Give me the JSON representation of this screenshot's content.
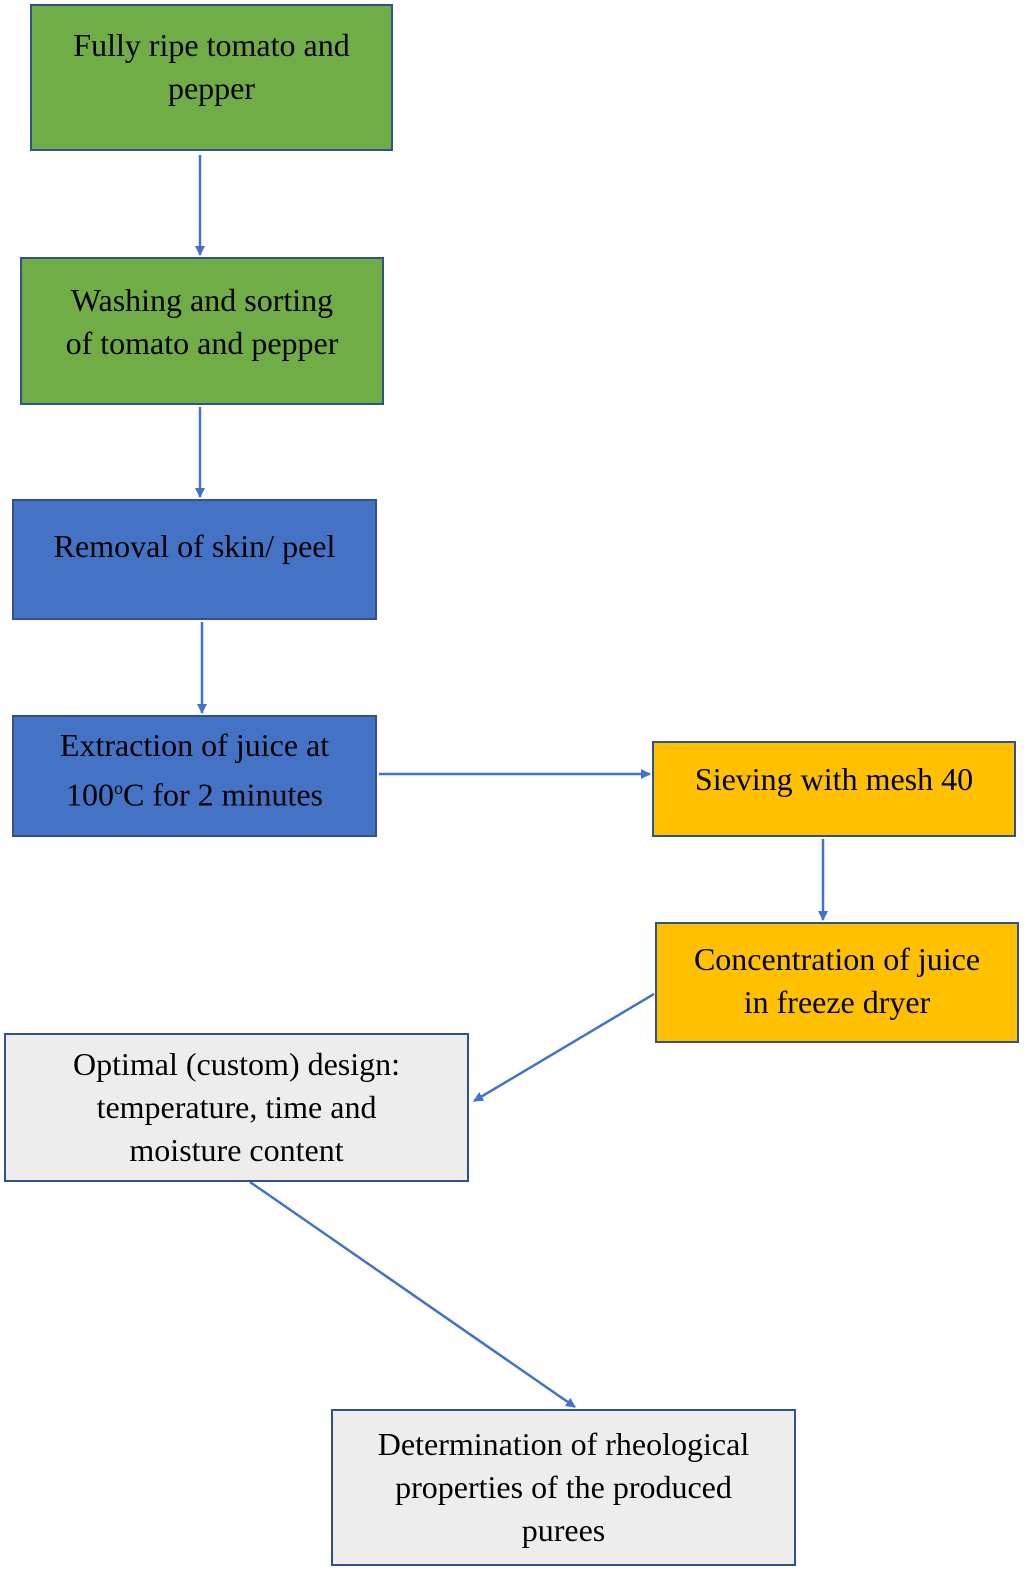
{
  "colors": {
    "process_green": "#70AD47",
    "process_blue": "#4472C4",
    "process_yellow": "#FFC000",
    "process_grey": "#EDEDED",
    "border": "#2F528F",
    "arrow": "#4472C4"
  },
  "nodes": {
    "raw_material": {
      "line1": "Fully ripe tomato and",
      "line2": "pepper"
    },
    "washing": {
      "line1": "Washing and sorting",
      "line2": "of tomato and pepper"
    },
    "peeling": {
      "line1": "Removal of skin/ peel"
    },
    "extraction": {
      "line1": "Extraction of juice at",
      "line2_prefix": "100",
      "line2_sup": "o",
      "line2_suffix": "C for 2 minutes"
    },
    "sieving": {
      "line1": "Sieving with mesh 40"
    },
    "concentration": {
      "line1": "Concentration of juice",
      "line2": "in freeze dryer"
    },
    "design": {
      "line1": "Optimal (custom) design:",
      "line2": "temperature, time and",
      "line3": "moisture content"
    },
    "determination": {
      "line1": "Determination of rheological",
      "line2": "properties of the produced",
      "line3": "purees"
    }
  }
}
